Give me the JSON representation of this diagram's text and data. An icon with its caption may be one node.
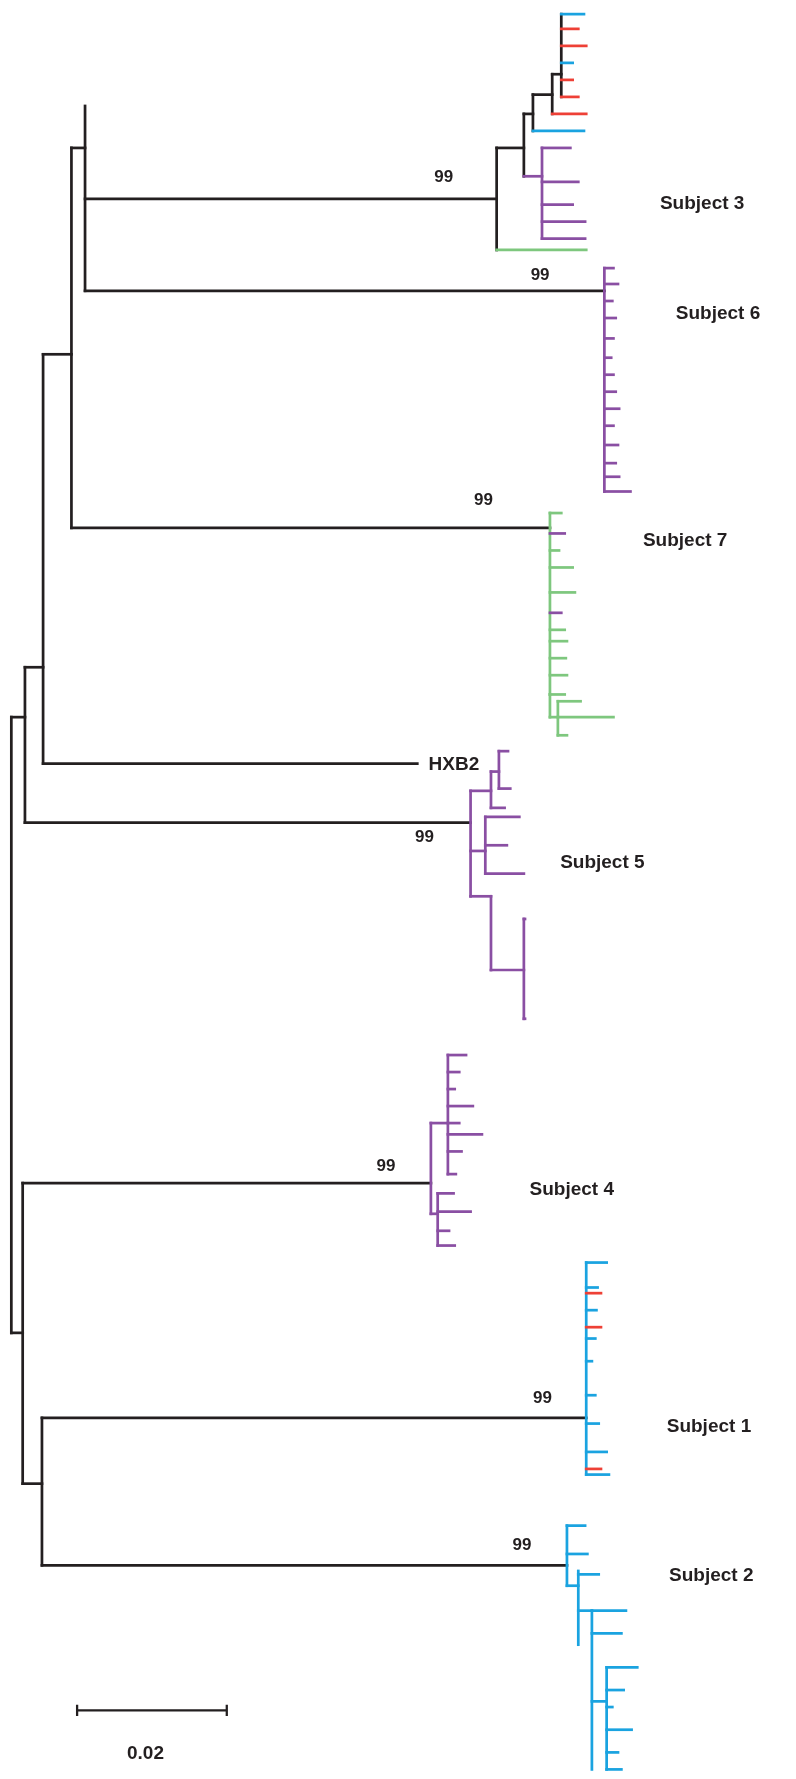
{
  "diagram": {
    "labels": [
      "99",
      "Subject 3",
      "99",
      "Subject 6",
      "99",
      "Subject 7",
      "HXB2",
      "99",
      "Subject 5",
      "99",
      "Subject 4",
      "99",
      "Subject 1",
      "99",
      "Subject 2",
      "0.02"
    ]
  }
}
